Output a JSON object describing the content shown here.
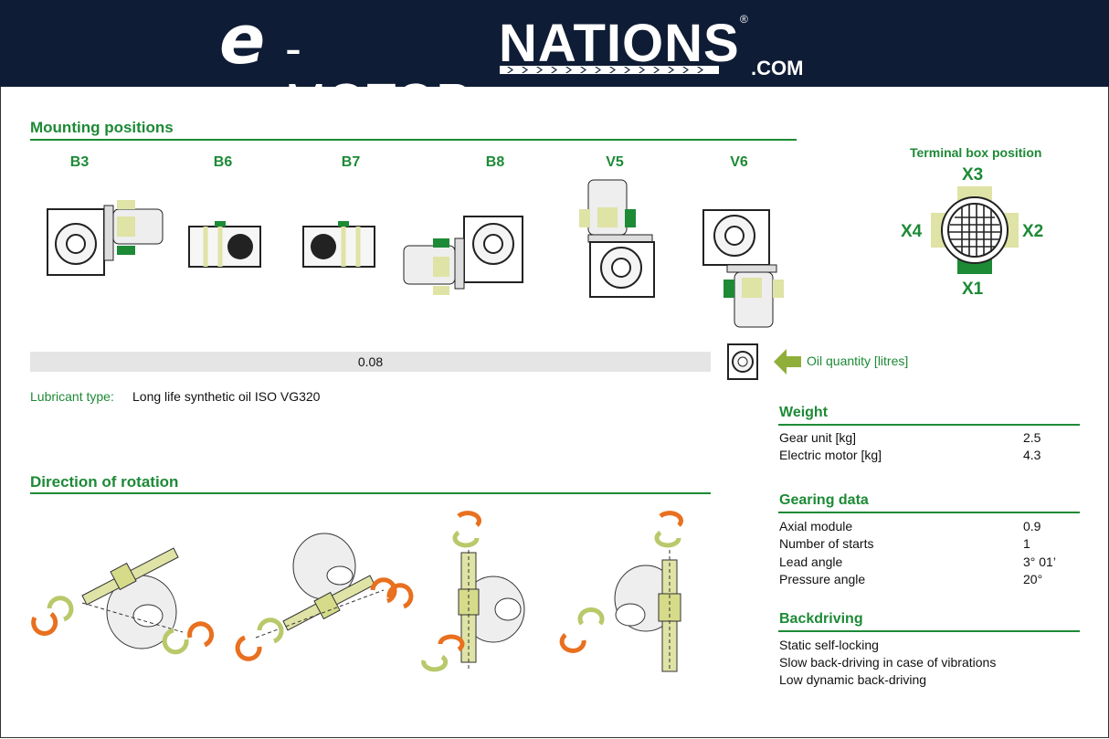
{
  "header": {
    "logo_e": "e",
    "logo_motor": "-MOTOR",
    "logo_nations": "NATIONS",
    "logo_reg": "®",
    "logo_com": ".COM",
    "bg_color": "#0f1c35"
  },
  "mounting": {
    "title": "Mounting positions",
    "positions": [
      "B3",
      "B6",
      "B7",
      "B8",
      "V5",
      "V6"
    ]
  },
  "oil": {
    "value": "0.08",
    "label": "Oil quantity [litres]"
  },
  "lubricant": {
    "label": "Lubricant type:",
    "value": "Long life synthetic oil ISO VG320"
  },
  "rotation": {
    "title": "Direction of rotation"
  },
  "terminal_box": {
    "title": "Terminal box position",
    "x1": "X1",
    "x2": "X2",
    "x3": "X3",
    "x4": "X4"
  },
  "weight": {
    "title": "Weight",
    "rows": [
      {
        "label": "Gear unit [kg]",
        "value": "2.5"
      },
      {
        "label": "Electric motor [kg]",
        "value": "4.3"
      }
    ]
  },
  "gearing": {
    "title": "Gearing data",
    "rows": [
      {
        "label": "Axial module",
        "value": "0.9"
      },
      {
        "label": "Number of starts",
        "value": "1"
      },
      {
        "label": "Lead angle",
        "value": "3° 01’"
      },
      {
        "label": "Pressure angle",
        "value": "20°"
      }
    ]
  },
  "backdriving": {
    "title": "Backdriving",
    "items": [
      "Static self-locking",
      "Slow back-driving in case of vibrations",
      "Low dynamic back-driving"
    ]
  },
  "colors": {
    "accent_green": "#1d8a36",
    "pale_yellow": "#dfe3a5",
    "orange": "#e8701f"
  }
}
